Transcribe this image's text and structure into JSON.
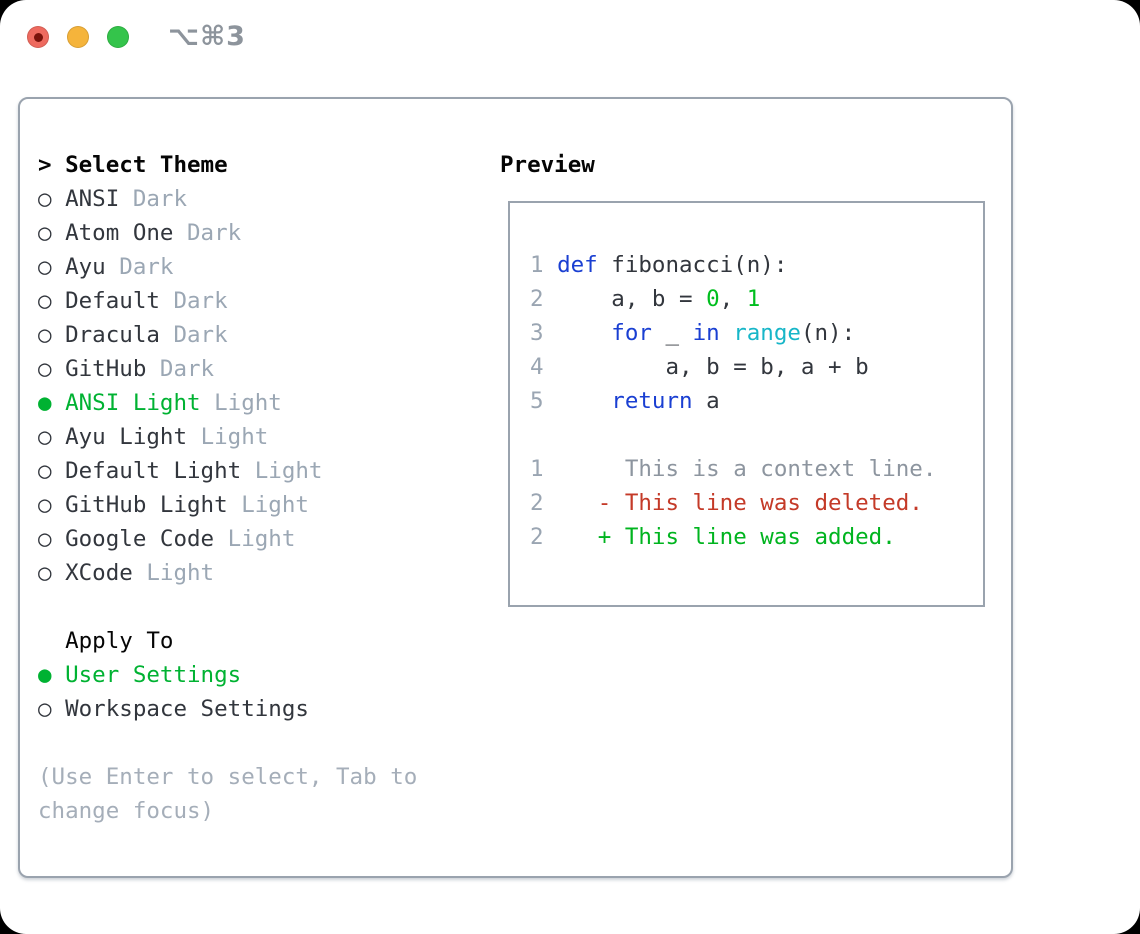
{
  "window": {
    "title": "⌥⌘3"
  },
  "theme_panel": {
    "header": {
      "prompt": "> ",
      "label": "Select Theme"
    },
    "bullets": {
      "selected": "●",
      "unselected": "○"
    },
    "items": [
      {
        "name": "ANSI",
        "tag": "Dark",
        "selected": false
      },
      {
        "name": "Atom One",
        "tag": "Dark",
        "selected": false
      },
      {
        "name": "Ayu",
        "tag": "Dark",
        "selected": false
      },
      {
        "name": "Default",
        "tag": "Dark",
        "selected": false
      },
      {
        "name": "Dracula",
        "tag": "Dark",
        "selected": false
      },
      {
        "name": "GitHub",
        "tag": "Dark",
        "selected": false
      },
      {
        "name": "ANSI Light",
        "tag": "Light",
        "selected": true
      },
      {
        "name": "Ayu Light",
        "tag": "Light",
        "selected": false
      },
      {
        "name": "Default Light",
        "tag": "Light",
        "selected": false
      },
      {
        "name": "GitHub Light",
        "tag": "Light",
        "selected": false
      },
      {
        "name": "Google Code",
        "tag": "Light",
        "selected": false
      },
      {
        "name": "XCode",
        "tag": "Light",
        "selected": false
      }
    ],
    "apply_to": {
      "label": "Apply To",
      "options": [
        {
          "label": "User Settings",
          "selected": true
        },
        {
          "label": "Workspace Settings",
          "selected": false
        }
      ]
    },
    "help_lines": [
      "(Use Enter to select, Tab to",
      "change focus)"
    ]
  },
  "preview_panel": {
    "label": "Preview",
    "code_lines": [
      {
        "num": "1",
        "tokens": [
          [
            "kw",
            "def"
          ],
          [
            "plain",
            " fibonacci(n):"
          ]
        ]
      },
      {
        "num": "2",
        "tokens": [
          [
            "plain",
            "    a, b = "
          ],
          [
            "num",
            "0"
          ],
          [
            "plain",
            ", "
          ],
          [
            "num",
            "1"
          ]
        ]
      },
      {
        "num": "3",
        "tokens": [
          [
            "plain",
            "    "
          ],
          [
            "kw",
            "for"
          ],
          [
            "plain",
            " _ "
          ],
          [
            "kw",
            "in"
          ],
          [
            "plain",
            " "
          ],
          [
            "builtin",
            "range"
          ],
          [
            "plain",
            "(n):"
          ]
        ]
      },
      {
        "num": "4",
        "tokens": [
          [
            "plain",
            "        a, b = b, a + b"
          ]
        ]
      },
      {
        "num": "5",
        "tokens": [
          [
            "plain",
            "    "
          ],
          [
            "kw",
            "return"
          ],
          [
            "plain",
            " a"
          ]
        ]
      }
    ],
    "diff_lines": [
      {
        "num": "1",
        "sign": " ",
        "type": "context",
        "text": "This is a context line."
      },
      {
        "num": "2",
        "sign": "-",
        "type": "deleted",
        "text": "This line was deleted."
      },
      {
        "num": "2",
        "sign": "+",
        "type": "added",
        "text": "This line was added."
      }
    ]
  },
  "colors": {
    "accent_green": "#00b232",
    "code_keyword": "#1a3fd2",
    "code_number": "#00be1e",
    "code_builtin": "#17b6c8",
    "diff_added": "#00b41f",
    "diff_deleted": "#c43a28",
    "diff_context": "#8d959f",
    "text_primary": "#32363d",
    "text_header": "#050505",
    "muted": "#9ba7b4",
    "line_number": "#9aa5b2",
    "help_text": "#a5aeb9",
    "border": "#9aa3ae",
    "title_gray": "#8d949c",
    "light_red": "#ee6a5f",
    "light_red_dot": "#7a120b",
    "light_yellow": "#f5b43b",
    "light_green": "#34c44b"
  }
}
